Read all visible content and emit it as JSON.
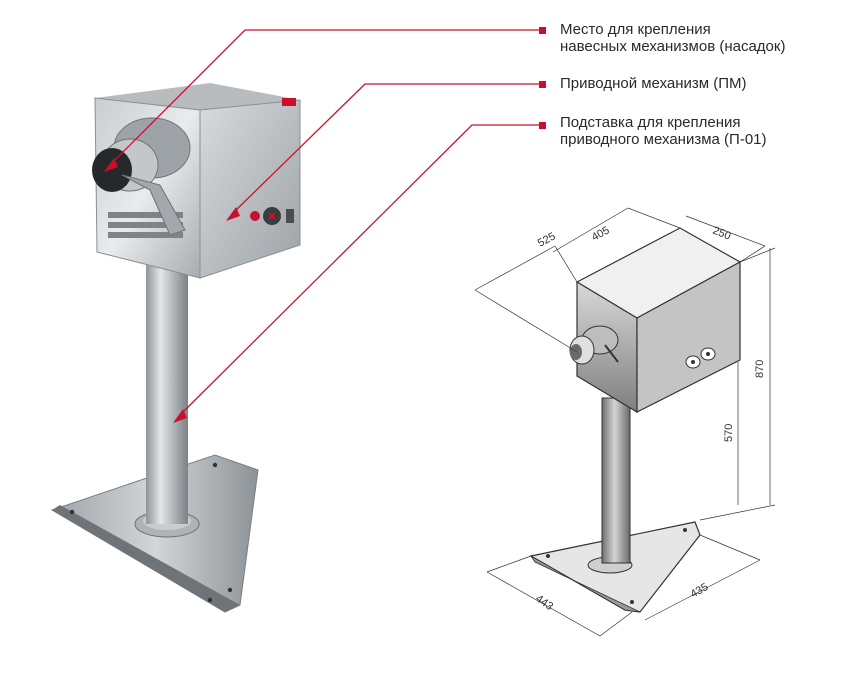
{
  "callouts": [
    {
      "line1": "Место для крепления",
      "line2": "навесных механизмов (насадок)"
    },
    {
      "line1": "Приводной механизм (ПМ)",
      "line2": ""
    },
    {
      "line1": "Подставка для крепления",
      "line2": "приводного механизма (П-01)"
    }
  ],
  "dimensions": {
    "length": "525",
    "box_length": "405",
    "width": "250",
    "height_total": "870",
    "height_stand": "570",
    "base_side_1": "443",
    "base_side_2": "435"
  },
  "colors": {
    "accent": "#c8102e",
    "text": "#2a2a2a"
  }
}
